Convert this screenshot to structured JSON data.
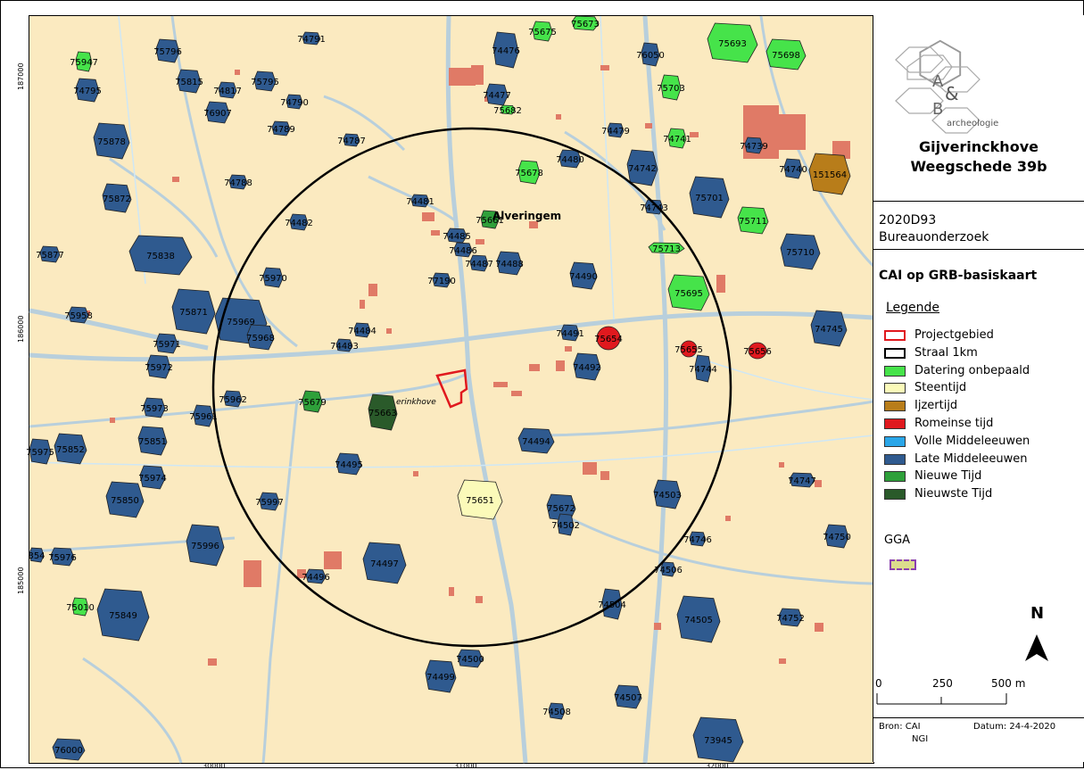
{
  "colors": {
    "map_background": "#fbeac0",
    "road": "#b8cfdc",
    "water": "#cfe7f5",
    "building": "#e07a66",
    "radius": "#000000",
    "project": "#e0191e",
    "datering_onbepaald": "#46e34a",
    "steentijd": "#fbfab9",
    "ijzertijd": "#b87d1a",
    "romeinse_tijd": "#e0191e",
    "volle_middeleeuwen": "#2aa6e8",
    "late_middeleeuwen": "#2f5a8f",
    "nieuwe_tijd": "#2ea03a",
    "nieuwste_tijd": "#2a5a2a"
  },
  "axis": {
    "x_ticks": [
      "30000",
      "31000",
      "32000"
    ],
    "y_ticks": [
      "187000",
      "186000",
      "185000"
    ]
  },
  "map": {
    "place_labels": [
      "Alveringem",
      "erinkhove"
    ],
    "sites": [
      {
        "id": "74791",
        "period": "late_middeleeuwen"
      },
      {
        "id": "75796",
        "period": "late_middeleeuwen"
      },
      {
        "id": "75947",
        "period": "datering_onbepaald"
      },
      {
        "id": "74795",
        "period": "late_middeleeuwen"
      },
      {
        "id": "75815",
        "period": "late_middeleeuwen"
      },
      {
        "id": "74817",
        "period": "late_middeleeuwen"
      },
      {
        "id": "75795",
        "period": "late_middeleeuwen"
      },
      {
        "id": "74790",
        "period": "late_middeleeuwen"
      },
      {
        "id": "76907",
        "period": "late_middeleeuwen"
      },
      {
        "id": "74789",
        "period": "late_middeleeuwen"
      },
      {
        "id": "75878",
        "period": "late_middeleeuwen"
      },
      {
        "id": "74787",
        "period": "late_middeleeuwen"
      },
      {
        "id": "74788",
        "period": "late_middeleeuwen"
      },
      {
        "id": "75872",
        "period": "late_middeleeuwen"
      },
      {
        "id": "74482",
        "period": "late_middeleeuwen"
      },
      {
        "id": "75877",
        "period": "late_middeleeuwen"
      },
      {
        "id": "75838",
        "period": "late_middeleeuwen"
      },
      {
        "id": "75970",
        "period": "late_middeleeuwen"
      },
      {
        "id": "75871",
        "period": "late_middeleeuwen"
      },
      {
        "id": "75969",
        "period": "late_middeleeuwen"
      },
      {
        "id": "75968",
        "period": "late_middeleeuwen"
      },
      {
        "id": "75958",
        "period": "late_middeleeuwen"
      },
      {
        "id": "75971",
        "period": "late_middeleeuwen"
      },
      {
        "id": "75972",
        "period": "late_middeleeuwen"
      },
      {
        "id": "75962",
        "period": "late_middeleeuwen"
      },
      {
        "id": "75973",
        "period": "late_middeleeuwen"
      },
      {
        "id": "75961",
        "period": "late_middeleeuwen"
      },
      {
        "id": "75851",
        "period": "late_middeleeuwen"
      },
      {
        "id": "75975",
        "period": "late_middeleeuwen"
      },
      {
        "id": "75852",
        "period": "late_middeleeuwen"
      },
      {
        "id": "75974",
        "period": "late_middeleeuwen"
      },
      {
        "id": "75850",
        "period": "late_middeleeuwen"
      },
      {
        "id": "75997",
        "period": "late_middeleeuwen"
      },
      {
        "id": "75996",
        "period": "late_middeleeuwen"
      },
      {
        "id": "354",
        "period": "late_middeleeuwen"
      },
      {
        "id": "75976",
        "period": "late_middeleeuwen"
      },
      {
        "id": "75010",
        "period": "datering_onbepaald"
      },
      {
        "id": "75849",
        "period": "late_middeleeuwen"
      },
      {
        "id": "76000",
        "period": "late_middeleeuwen"
      },
      {
        "id": "74484",
        "period": "late_middeleeuwen"
      },
      {
        "id": "74483",
        "period": "late_middeleeuwen"
      },
      {
        "id": "75679",
        "period": "nieuwe_tijd"
      },
      {
        "id": "75663",
        "period": "nieuwste_tijd"
      },
      {
        "id": "74495",
        "period": "late_middeleeuwen"
      },
      {
        "id": "74496",
        "period": "late_middeleeuwen"
      },
      {
        "id": "74497",
        "period": "late_middeleeuwen"
      },
      {
        "id": "74499",
        "period": "late_middeleeuwen"
      },
      {
        "id": "74500",
        "period": "late_middeleeuwen"
      },
      {
        "id": "74476",
        "period": "late_middeleeuwen"
      },
      {
        "id": "75675",
        "period": "datering_onbepaald"
      },
      {
        "id": "75673",
        "period": "datering_onbepaald"
      },
      {
        "id": "74477",
        "period": "late_middeleeuwen"
      },
      {
        "id": "75682",
        "period": "datering_onbepaald"
      },
      {
        "id": "76050",
        "period": "late_middeleeuwen"
      },
      {
        "id": "75693",
        "period": "datering_onbepaald"
      },
      {
        "id": "75698",
        "period": "datering_onbepaald"
      },
      {
        "id": "75703",
        "period": "datering_onbepaald"
      },
      {
        "id": "74479",
        "period": "late_middeleeuwen"
      },
      {
        "id": "74741",
        "period": "datering_onbepaald"
      },
      {
        "id": "74739",
        "period": "late_middeleeuwen"
      },
      {
        "id": "74480",
        "period": "late_middeleeuwen"
      },
      {
        "id": "75678",
        "period": "datering_onbepaald"
      },
      {
        "id": "74742",
        "period": "late_middeleeuwen"
      },
      {
        "id": "74740",
        "period": "late_middeleeuwen"
      },
      {
        "id": "151564",
        "period": "ijzertijd"
      },
      {
        "id": "74481",
        "period": "late_middeleeuwen"
      },
      {
        "id": "75661",
        "period": "nieuwe_tijd"
      },
      {
        "id": "75701",
        "period": "late_middeleeuwen"
      },
      {
        "id": "74743",
        "period": "late_middeleeuwen"
      },
      {
        "id": "75711",
        "period": "datering_onbepaald"
      },
      {
        "id": "74485",
        "period": "late_middeleeuwen"
      },
      {
        "id": "74486",
        "period": "late_middeleeuwen"
      },
      {
        "id": "74487",
        "period": "late_middeleeuwen"
      },
      {
        "id": "74488",
        "period": "late_middeleeuwen"
      },
      {
        "id": "75713",
        "period": "datering_onbepaald"
      },
      {
        "id": "75710",
        "period": "late_middeleeuwen"
      },
      {
        "id": "74490",
        "period": "late_middeleeuwen"
      },
      {
        "id": "77190",
        "period": "late_middeleeuwen"
      },
      {
        "id": "75695",
        "period": "datering_onbepaald"
      },
      {
        "id": "74491",
        "period": "late_middeleeuwen"
      },
      {
        "id": "75654",
        "period": "romeinse_tijd"
      },
      {
        "id": "74745",
        "period": "late_middeleeuwen"
      },
      {
        "id": "75655",
        "period": "romeinse_tijd"
      },
      {
        "id": "75656",
        "period": "romeinse_tijd"
      },
      {
        "id": "74492",
        "period": "late_middeleeuwen"
      },
      {
        "id": "74744",
        "period": "late_middeleeuwen"
      },
      {
        "id": "74494",
        "period": "late_middeleeuwen"
      },
      {
        "id": "75651",
        "period": "steentijd"
      },
      {
        "id": "75672",
        "period": "late_middeleeuwen"
      },
      {
        "id": "74502",
        "period": "late_middeleeuwen"
      },
      {
        "id": "74503",
        "period": "late_middeleeuwen"
      },
      {
        "id": "74747",
        "period": "late_middeleeuwen"
      },
      {
        "id": "74746",
        "period": "late_middeleeuwen"
      },
      {
        "id": "74750",
        "period": "late_middeleeuwen"
      },
      {
        "id": "74506",
        "period": "late_middeleeuwen"
      },
      {
        "id": "74504",
        "period": "late_middeleeuwen"
      },
      {
        "id": "74505",
        "period": "late_middeleeuwen"
      },
      {
        "id": "74752",
        "period": "late_middeleeuwen"
      },
      {
        "id": "74507",
        "period": "late_middeleeuwen"
      },
      {
        "id": "74508",
        "period": "late_middeleeuwen"
      },
      {
        "id": "73945",
        "period": "late_middeleeuwen"
      }
    ]
  },
  "panel": {
    "logo_letters": {
      "a": "A",
      "amp": "&",
      "b": "B",
      "suffix": "archeologie"
    },
    "title_line1": "Gijverinckhove",
    "title_line2": "Weegschede 39b",
    "project_code": "2020D93",
    "project_type": "Bureauonderzoek",
    "subtitle": "CAI op GRB-basiskaart",
    "legend_title": "Legende",
    "legend": [
      {
        "label": "Projectgebied",
        "key": "project"
      },
      {
        "label": "Straal 1km",
        "key": "radius"
      },
      {
        "label": "Datering onbepaald",
        "key": "datering_onbepaald"
      },
      {
        "label": "Steentijd",
        "key": "steentijd"
      },
      {
        "label": "Ijzertijd",
        "key": "ijzertijd"
      },
      {
        "label": "Romeinse tijd",
        "key": "romeinse_tijd"
      },
      {
        "label": "Volle Middeleeuwen",
        "key": "volle_middeleeuwen"
      },
      {
        "label": "Late Middeleeuwen",
        "key": "late_middeleeuwen"
      },
      {
        "label": "Nieuwe Tijd",
        "key": "nieuwe_tijd"
      },
      {
        "label": "Nieuwste Tijd",
        "key": "nieuwste_tijd"
      }
    ],
    "gga_label": "GGA",
    "north_label": "N",
    "scale_labels": [
      "0",
      "250",
      "500 m"
    ],
    "source_label": "Bron: CAI",
    "source_label2": "NGI",
    "date_label": "Datum: 24-4-2020"
  }
}
